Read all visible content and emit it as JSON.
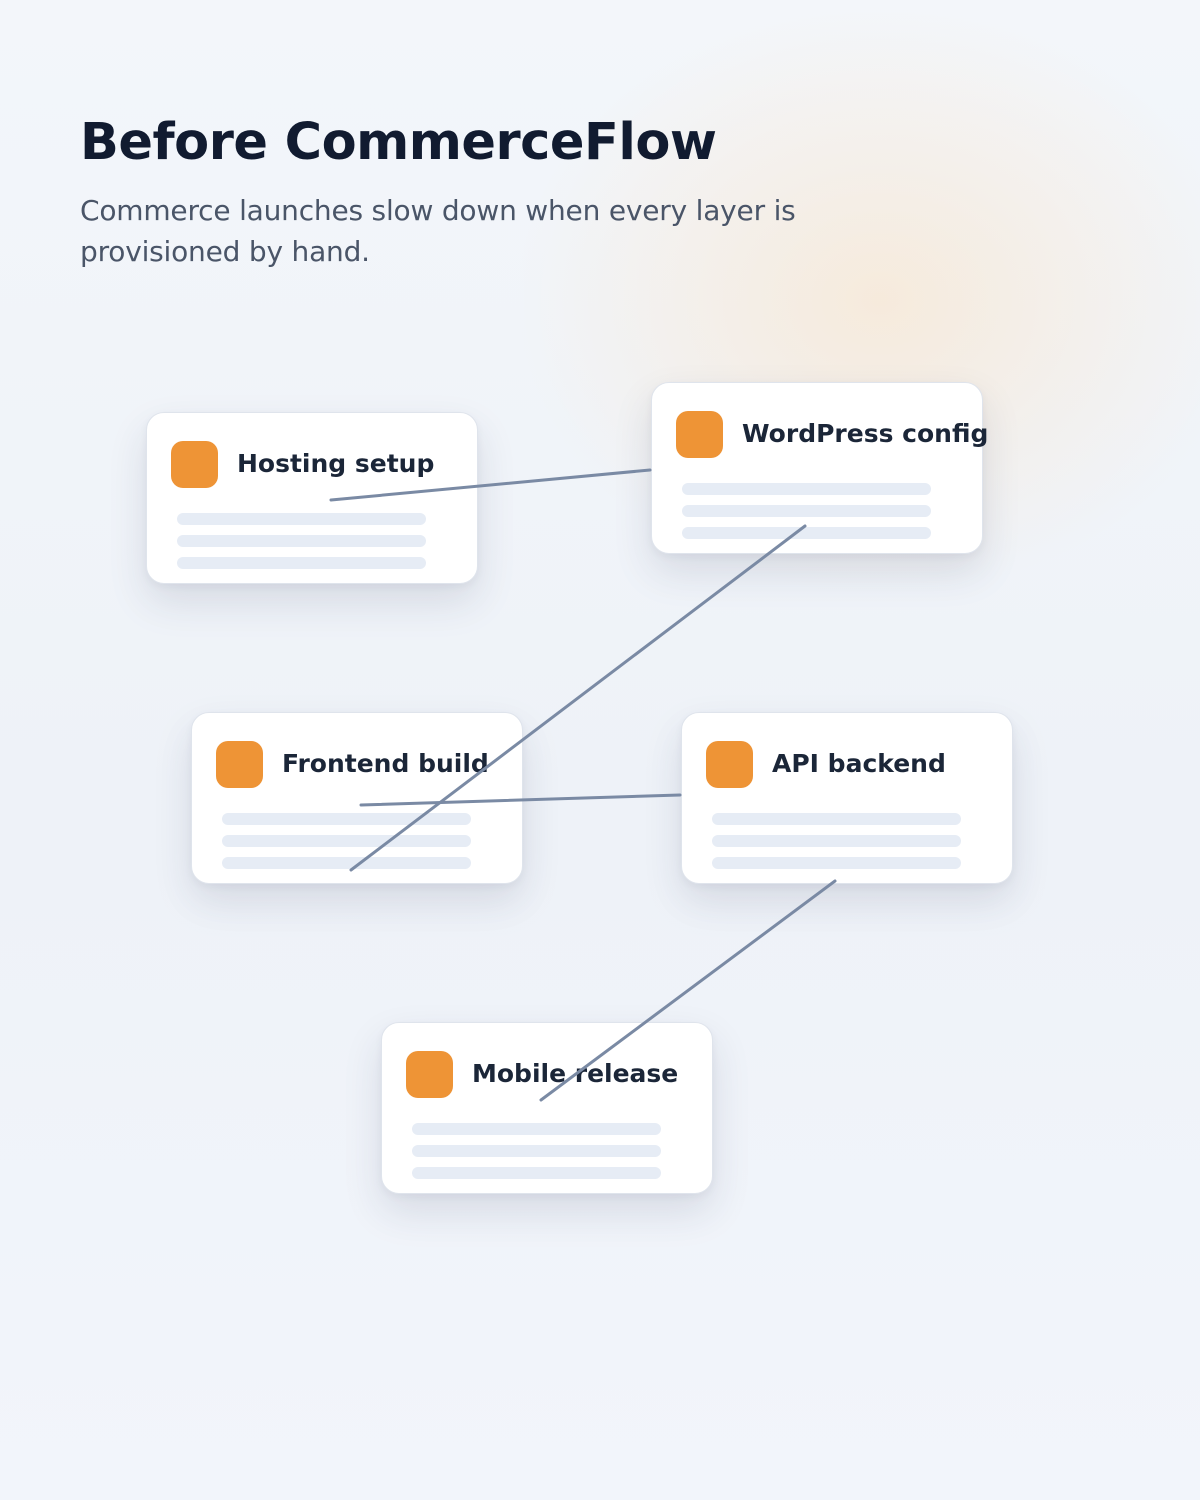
{
  "header": {
    "title": "Before CommerceFlow",
    "subtitle": "Commerce launches slow down when every layer is provisioned by hand."
  },
  "colors": {
    "accent": "#ee9436",
    "connector": "#7a8aa4",
    "title": "#111b30",
    "subtitle": "#4a5568",
    "placeholder_line": "#e6ecf5"
  },
  "cards": [
    {
      "id": "hosting",
      "label": "Hosting setup",
      "icon": "orange-square-icon"
    },
    {
      "id": "wordpress",
      "label": "WordPress config",
      "icon": "orange-square-icon"
    },
    {
      "id": "frontend",
      "label": "Frontend build",
      "icon": "orange-square-icon"
    },
    {
      "id": "api",
      "label": "API backend",
      "icon": "orange-square-icon"
    },
    {
      "id": "mobile",
      "label": "Mobile release",
      "icon": "orange-square-icon"
    }
  ],
  "connections": [
    {
      "from": "hosting",
      "to": "wordpress"
    },
    {
      "from": "wordpress",
      "to": "frontend"
    },
    {
      "from": "frontend",
      "to": "api"
    },
    {
      "from": "api",
      "to": "mobile"
    }
  ]
}
